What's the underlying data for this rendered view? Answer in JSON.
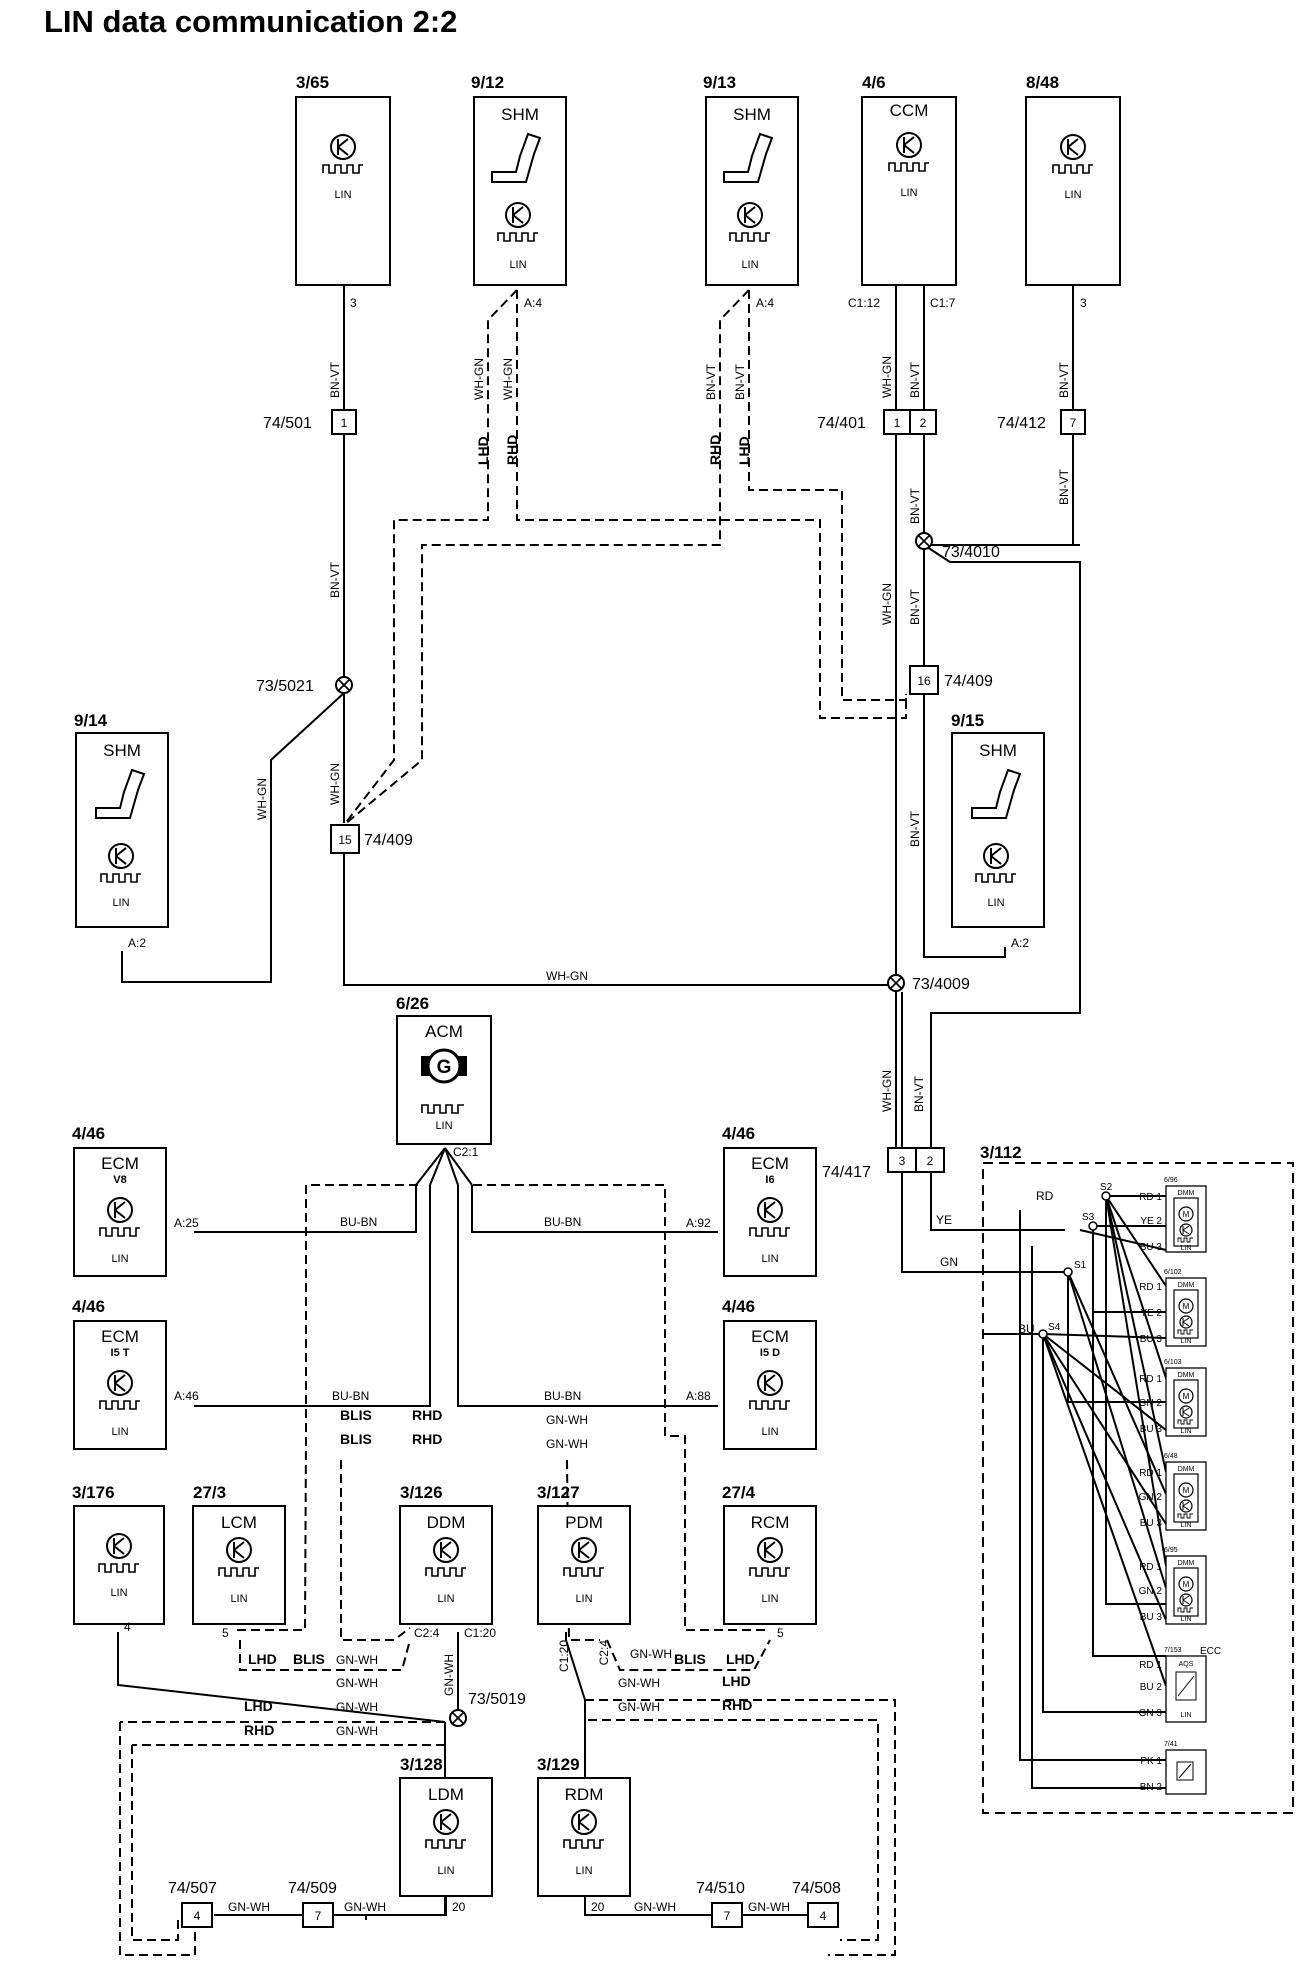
{
  "title": "LIN data communication 2:2",
  "modules": {
    "m365": {
      "ref": "3/65",
      "lin": "LIN",
      "pin": "3"
    },
    "m912": {
      "ref": "9/12",
      "name": "SHM",
      "lin": "LIN",
      "pin": "A:4"
    },
    "m913": {
      "ref": "9/13",
      "name": "SHM",
      "lin": "LIN",
      "pin": "A:4"
    },
    "m46ccm": {
      "ref": "4/6",
      "name": "CCM",
      "lin": "LIN",
      "pin1": "C1:12",
      "pin2": "C1:7"
    },
    "m848": {
      "ref": "8/48",
      "lin": "LIN",
      "pin": "3"
    },
    "m914": {
      "ref": "9/14",
      "name": "SHM",
      "lin": "LIN",
      "pin": "A:2"
    },
    "m915": {
      "ref": "9/15",
      "name": "SHM",
      "lin": "LIN",
      "pin": "A:2"
    },
    "m626": {
      "ref": "6/26",
      "name": "ACM",
      "lin": "LIN",
      "pin": "C2:1"
    },
    "ecm_v8": {
      "ref": "4/46",
      "name": "ECM",
      "sub": "V8",
      "lin": "LIN",
      "pin": "A:25"
    },
    "ecm_i6": {
      "ref": "4/46",
      "name": "ECM",
      "sub": "I6",
      "lin": "LIN",
      "pin": "A:92"
    },
    "ecm_i5t": {
      "ref": "4/46",
      "name": "ECM",
      "sub": "I5 T",
      "lin": "LIN",
      "pin": "A:46"
    },
    "ecm_i5d": {
      "ref": "4/46",
      "name": "ECM",
      "sub": "I5 D",
      "lin": "LIN",
      "pin": "A:88"
    },
    "m3176": {
      "ref": "3/176",
      "lin": "LIN",
      "pin": "4"
    },
    "lcm": {
      "ref": "27/3",
      "name": "LCM",
      "lin": "LIN",
      "pin": "5"
    },
    "ddm": {
      "ref": "3/126",
      "name": "DDM",
      "lin": "LIN",
      "pin1": "C2:4",
      "pin2": "C1:20"
    },
    "pdm": {
      "ref": "3/127",
      "name": "PDM",
      "lin": "LIN",
      "pin1": "C1:20",
      "pin2": "C2:4"
    },
    "rcm": {
      "ref": "27/4",
      "name": "RCM",
      "lin": "LIN",
      "pin": "5"
    },
    "ldm": {
      "ref": "3/128",
      "name": "LDM",
      "lin": "LIN",
      "pin": "20"
    },
    "rdm": {
      "ref": "3/129",
      "name": "RDM",
      "lin": "LIN",
      "pin": "20"
    }
  },
  "connectors": {
    "c501": {
      "label": "74/501",
      "pin": "1"
    },
    "c401": {
      "label": "74/401",
      "pin1": "1",
      "pin2": "2"
    },
    "c412": {
      "label": "74/412",
      "pin": "7"
    },
    "c409r": {
      "label": "74/409",
      "pin": "16"
    },
    "c409l": {
      "label": "74/409",
      "pin": "15"
    },
    "c417": {
      "label": "74/417",
      "pin1": "3",
      "pin2": "2"
    },
    "c507": {
      "label": "74/507",
      "pin": "4"
    },
    "c509": {
      "label": "74/509",
      "pin": "7"
    },
    "c510": {
      "label": "74/510",
      "pin": "7"
    },
    "c508": {
      "label": "74/508",
      "pin": "4"
    }
  },
  "splices": {
    "s4010": "73/4010",
    "s5021": "73/5021",
    "s4009": "73/4009",
    "s5019": "73/5019"
  },
  "wires": {
    "bnvt": "BN-VT",
    "whgn": "WH-GN",
    "bubn": "BU-BN",
    "gnwh": "GN-WH",
    "ye": "YE",
    "gn": "GN",
    "rd": "RD",
    "bu": "BU"
  },
  "hand": {
    "lhd": "LHD",
    "rhd": "RHD",
    "blis": "BLIS"
  },
  "panel": {
    "ref": "3/112",
    "splices": [
      "S2",
      "S3",
      "S1",
      "S4"
    ],
    "ecc": "ECC",
    "units": [
      {
        "ref": "6/96",
        "type": "DMM",
        "lin": "LIN",
        "pins": [
          "RD 1",
          "YE 2",
          "BU 3"
        ]
      },
      {
        "ref": "6/102",
        "type": "DMM",
        "lin": "LIN",
        "pins": [
          "RD 1",
          "YE 2",
          "BU 3"
        ]
      },
      {
        "ref": "6/103",
        "type": "DMM",
        "lin": "LIN",
        "pins": [
          "RD 1",
          "GN 2",
          "BU 3"
        ]
      },
      {
        "ref": "6/48",
        "type": "DMM",
        "lin": "LIN",
        "pins": [
          "RD 1",
          "GN 2",
          "BU 3"
        ]
      },
      {
        "ref": "6/95",
        "type": "DMM",
        "lin": "LIN",
        "pins": [
          "RD 1",
          "GN 2",
          "BU 3"
        ]
      },
      {
        "ref": "7/153",
        "type": "AQS",
        "lin": "LIN",
        "pins": [
          "RD 1",
          "BU 2",
          "GN 3"
        ]
      },
      {
        "ref": "7/41",
        "pins": [
          "PK 1",
          "BN 2"
        ]
      }
    ]
  }
}
